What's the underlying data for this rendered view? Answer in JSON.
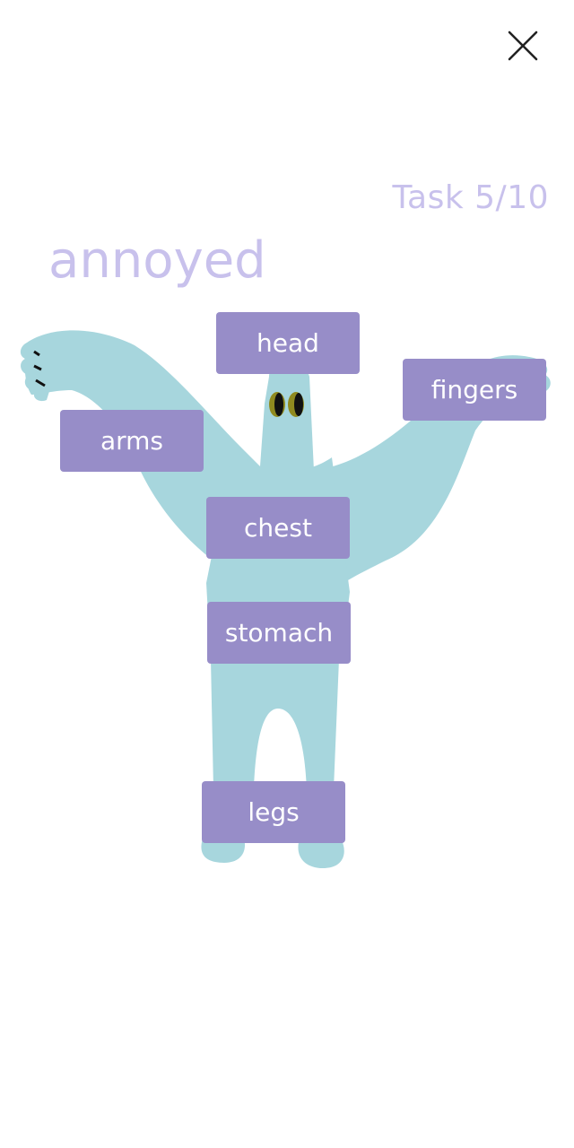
{
  "task": {
    "counter": "Task 5/10"
  },
  "emotion": {
    "word": "annoyed"
  },
  "body_parts": {
    "head": "head",
    "fingers": "fingers",
    "arms": "arms",
    "chest": "chest",
    "stomach": "stomach",
    "legs": "legs"
  },
  "colors": {
    "figure": "#a7d6dd",
    "label_bg": "#978dc8",
    "title": "#c8c1ec",
    "eye": "#8f8a1f"
  },
  "icons": {
    "close": "close-icon"
  }
}
